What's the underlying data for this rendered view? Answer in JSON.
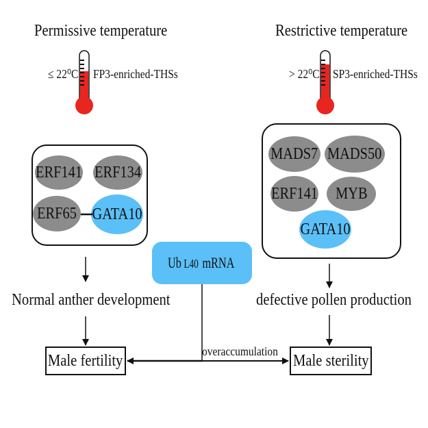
{
  "left": {
    "title": "Permissive temperature",
    "threshold": "≤ 22⁰C",
    "thses": "FP3-enriched-THSs",
    "complex": [
      "ERF141",
      "ERF134",
      "ERF65",
      "GATA10"
    ],
    "outcome_process": "Normal anther development",
    "outcome": "Male fertility"
  },
  "right": {
    "title": "Restrictive temperature",
    "threshold": "> 22⁰C",
    "thses": "SP3-enriched-THSs",
    "complex": [
      "MADS7",
      "MADS50",
      "ERF141",
      "MYB",
      "GATA10"
    ],
    "outcome_process": "defective pollen production",
    "outcome": "Male sterility"
  },
  "center": {
    "mrna_prefix": "Ub",
    "mrna_sub": "L40",
    "mrna_suffix": " mRNA",
    "arrow_label": "overaccumulation"
  },
  "colors": {
    "grey_node": "#8c8c8c",
    "gata_node": "#5bc0f7",
    "thermometer_red": "#e8251f"
  }
}
